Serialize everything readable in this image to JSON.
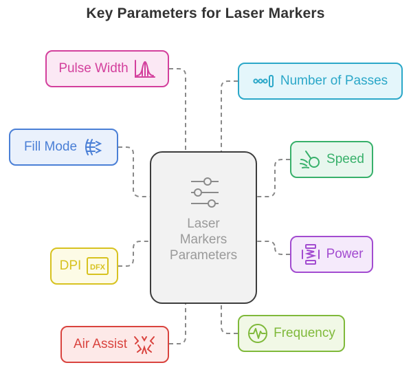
{
  "title": "Key Parameters for Laser Markers",
  "center": {
    "line1": "Laser",
    "line2": "Markers",
    "line3": "Parameters",
    "icon": "sliders-icon"
  },
  "nodes": {
    "pulse_width": {
      "label": "Pulse Width",
      "icon": "pulse-wave-icon",
      "color": "#d33f9c",
      "bg": "#fbe8f4"
    },
    "number_of_passes": {
      "label": "Number of Passes",
      "icon": "passes-dots-icon",
      "color": "#2aa7c8",
      "bg": "#e4f6fb"
    },
    "fill_mode": {
      "label": "Fill Mode",
      "icon": "fill-pattern-icon",
      "color": "#4a7fd6",
      "bg": "#eaf1fc"
    },
    "speed": {
      "label": "Speed",
      "icon": "speed-ball-icon",
      "color": "#37b06a",
      "bg": "#e8f7ee"
    },
    "dpi": {
      "label": "DPI",
      "icon": "dfx-file-icon",
      "icon_text": "DFX",
      "color": "#d7c21f",
      "bg": "#fdfbe6"
    },
    "power": {
      "label": "Power",
      "icon": "power-spring-icon",
      "color": "#a24bd0",
      "bg": "#f5eafb"
    },
    "air_assist": {
      "label": "Air Assist",
      "icon": "air-flow-icon",
      "color": "#d9433e",
      "bg": "#fde9e8"
    },
    "frequency": {
      "label": "Frequency",
      "icon": "frequency-wave-icon",
      "color": "#7fb93a",
      "bg": "#f1f8e6"
    }
  }
}
